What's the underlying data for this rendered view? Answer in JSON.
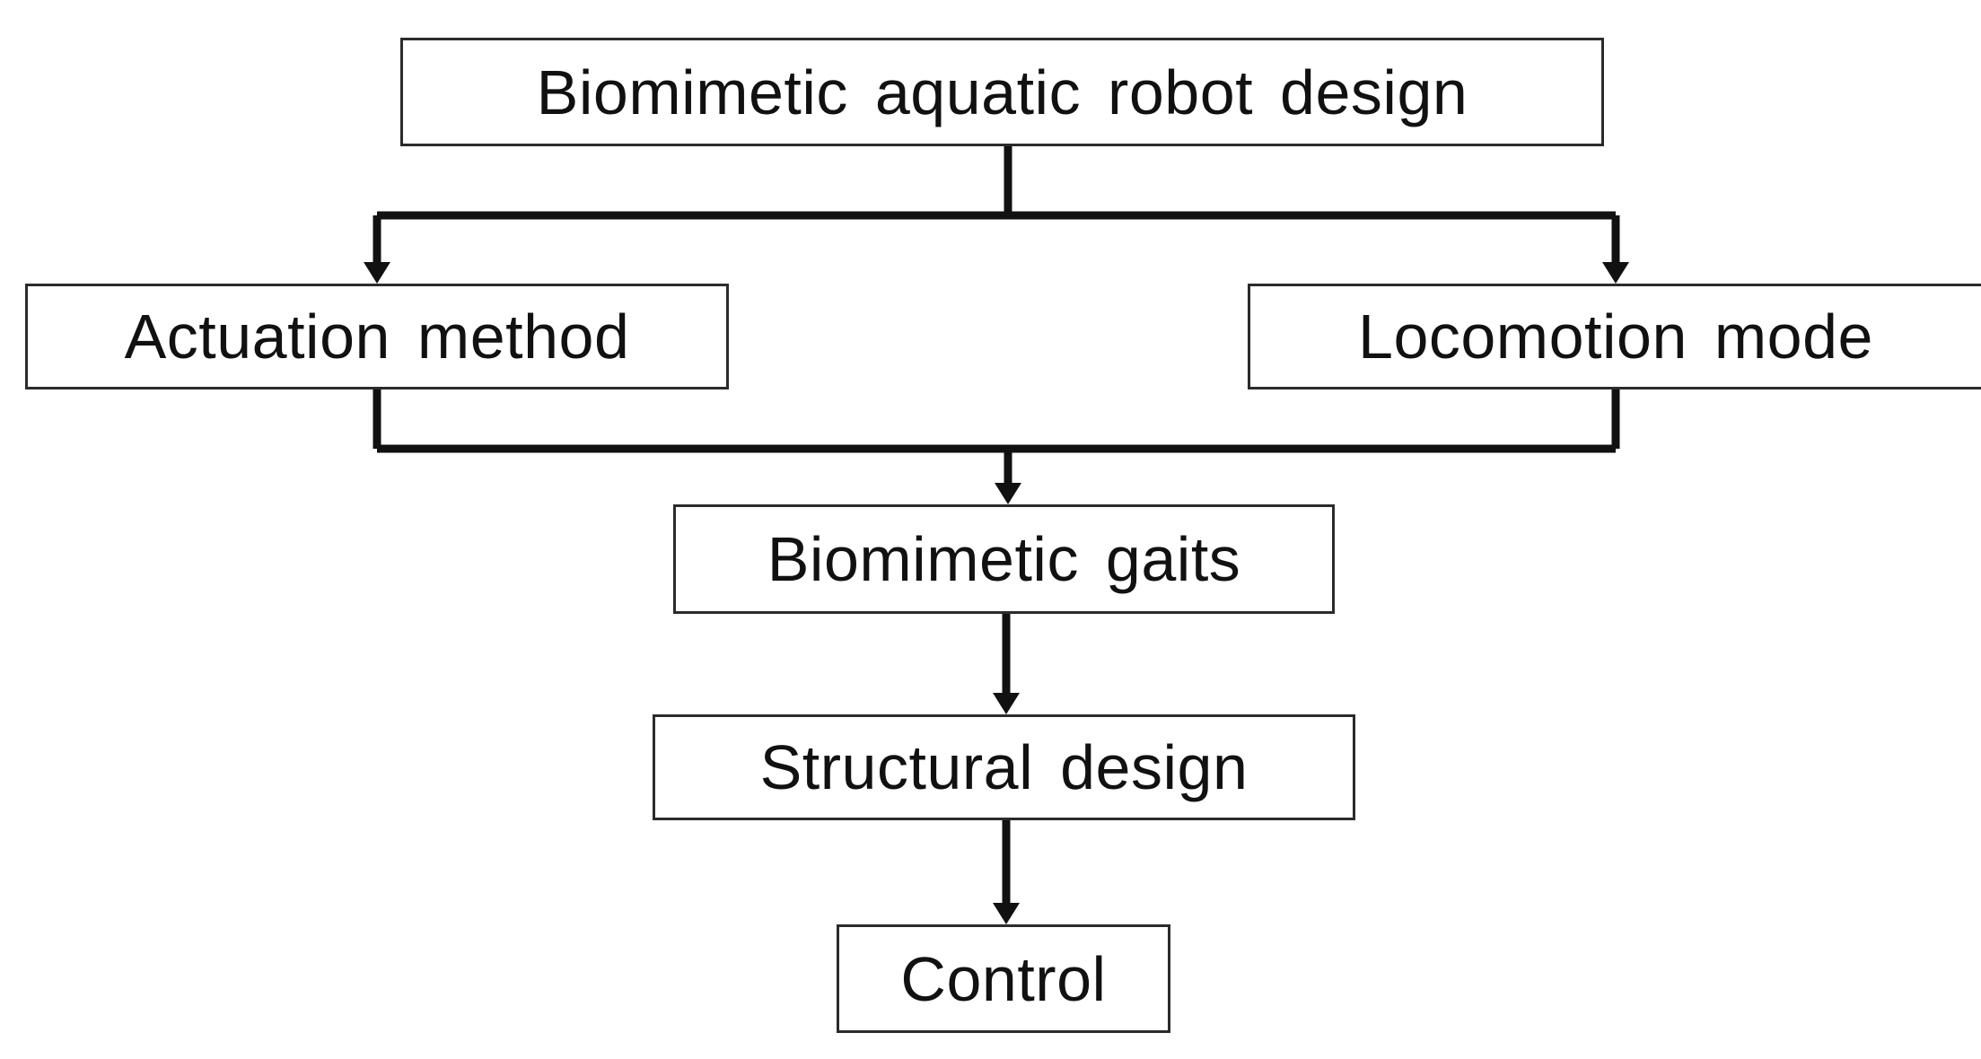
{
  "diagram": {
    "nodes": {
      "design": "Biomimetic aquatic robot design",
      "actuation": "Actuation method",
      "locomotion": "Locomotion mode",
      "gaits": "Biomimetic gaits",
      "structural": "Structural design",
      "control": "Control"
    },
    "edges": [
      {
        "from": "design",
        "to": "actuation"
      },
      {
        "from": "design",
        "to": "locomotion"
      },
      {
        "from": "actuation",
        "to": "gaits"
      },
      {
        "from": "locomotion",
        "to": "gaits"
      },
      {
        "from": "gaits",
        "to": "structural"
      },
      {
        "from": "structural",
        "to": "control"
      }
    ],
    "colors": {
      "stroke": "#111111",
      "box_border": "#2b2b2b",
      "background": "#ffffff"
    }
  }
}
